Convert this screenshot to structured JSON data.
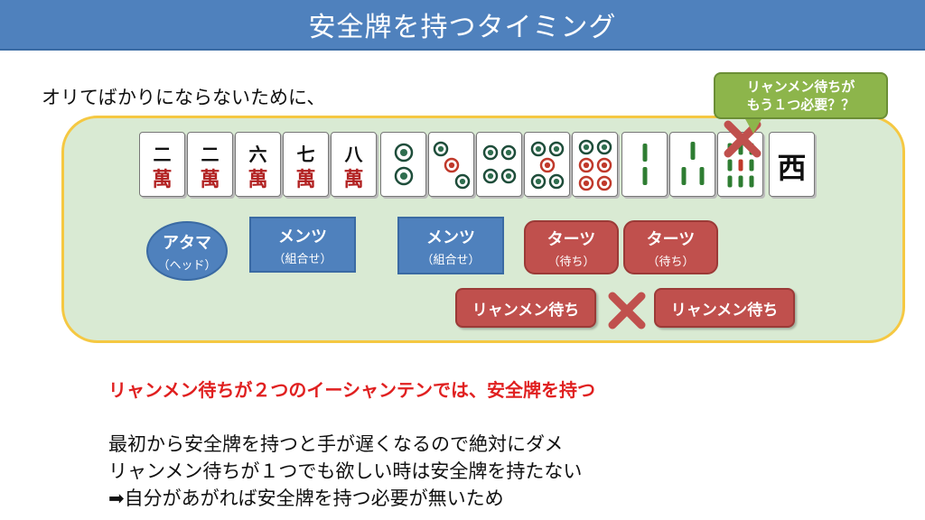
{
  "title": "安全牌を持つタイミング",
  "intro": "オリてばかりにならないために、",
  "tiles": [
    {
      "kind": "man",
      "num": "二",
      "suit": "萬"
    },
    {
      "kind": "man",
      "num": "二",
      "suit": "萬"
    },
    {
      "kind": "man",
      "num": "六",
      "suit": "萬"
    },
    {
      "kind": "man",
      "num": "七",
      "suit": "萬"
    },
    {
      "kind": "man",
      "num": "八",
      "suit": "萬"
    },
    {
      "kind": "pin",
      "count": 2
    },
    {
      "kind": "pin",
      "count": 3
    },
    {
      "kind": "pin",
      "count": 4
    },
    {
      "kind": "pin",
      "count": 5
    },
    {
      "kind": "pin",
      "count": 6
    },
    {
      "kind": "sou",
      "count": 2
    },
    {
      "kind": "sou",
      "count": 3
    },
    {
      "kind": "sou",
      "count": 9
    },
    {
      "kind": "honor",
      "num": "西"
    }
  ],
  "groups": {
    "atama": {
      "main": "アタマ",
      "sub": "（ヘッド）"
    },
    "mentsu1": {
      "main": "メンツ",
      "sub": "（組合せ）"
    },
    "mentsu2": {
      "main": "メンツ",
      "sub": "（組合せ）"
    },
    "taatsu1": {
      "main": "ターツ",
      "sub": "（待ち）"
    },
    "taatsu2": {
      "main": "ターツ",
      "sub": "（待ち）"
    }
  },
  "ryanmen": {
    "left": "リャンメン待ち",
    "right": "リャンメン待ち"
  },
  "callout": {
    "line1": "リャンメン待ちが",
    "line2": "もう１つ必要？？"
  },
  "red_line": "リャンメン待ちが２つのイーシャンテンでは、安全牌を持つ",
  "body_lines": [
    "最初から安全牌を持つと手が遅くなるので絶対にダメ",
    "リャンメン待ちが１つでも欲しい時は安全牌を持たない",
    "➡自分があがれば安全牌を持つ必要が無いため"
  ],
  "colors": {
    "title_bg": "#4f81bd",
    "panel_bg": "#d9ead3",
    "panel_border": "#f5c842",
    "blue_shape": "#4f81bd",
    "red_shape": "#c0504d",
    "callout": "#8db54b",
    "cross": "#c0504d",
    "emphasis_text": "#e02020"
  },
  "icons": [
    "cross-mark-icon"
  ]
}
